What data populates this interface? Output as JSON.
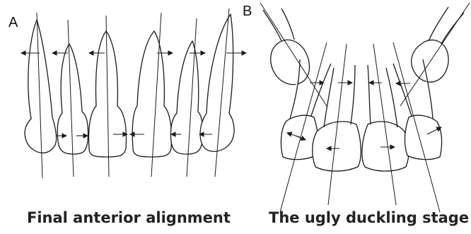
{
  "panels": {
    "a": {
      "letter": "A",
      "caption": "Final anterior alignment"
    },
    "b": {
      "letter": "B",
      "caption": "The ugly duckling stage"
    }
  },
  "colors": {
    "line": "#1a1a1a",
    "background": "#ffffff"
  }
}
